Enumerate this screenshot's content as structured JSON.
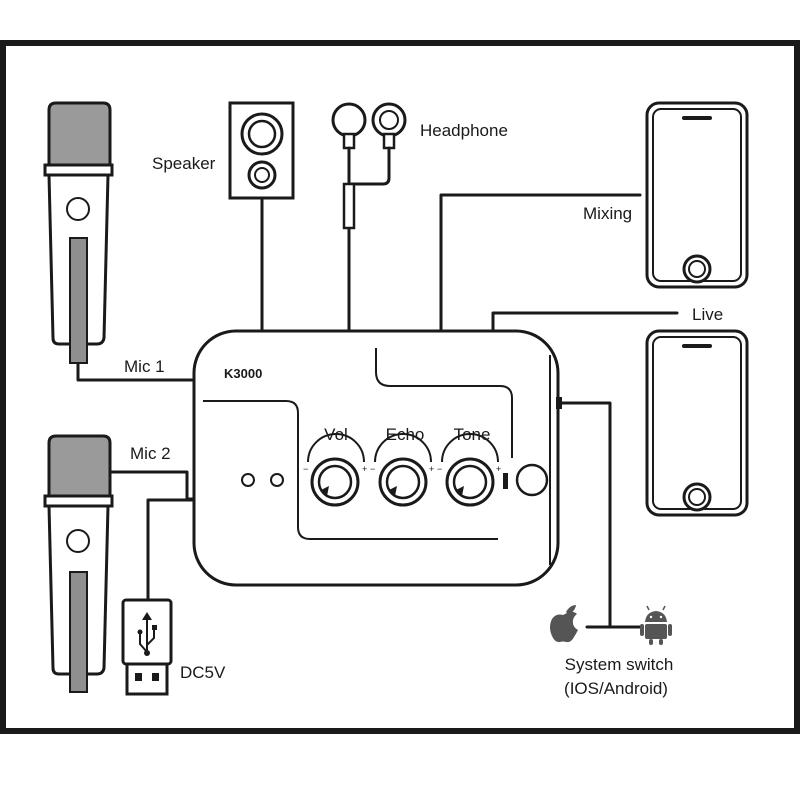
{
  "labels": {
    "speaker": "Speaker",
    "headphone": "Headphone",
    "mixing": "Mixing",
    "live": "Live",
    "mic1": "Mic 1",
    "mic2": "Mic 2",
    "dc5v": "DC5V",
    "system_switch": "System switch",
    "system_switch_sub": "(IOS/Android)"
  },
  "device": {
    "model": "K3000",
    "knobs": [
      "Vol",
      "Echo",
      "Tone"
    ]
  },
  "icons": {
    "apple": "apple-icon",
    "android": "android-icon",
    "usb": "usb-icon"
  },
  "colors": {
    "frame": "#1a1a1a",
    "line": "#1a1a1a",
    "mic_head": "#9a9a9a",
    "mic_stripe": "#8f8f8f",
    "background": "#ffffff"
  }
}
